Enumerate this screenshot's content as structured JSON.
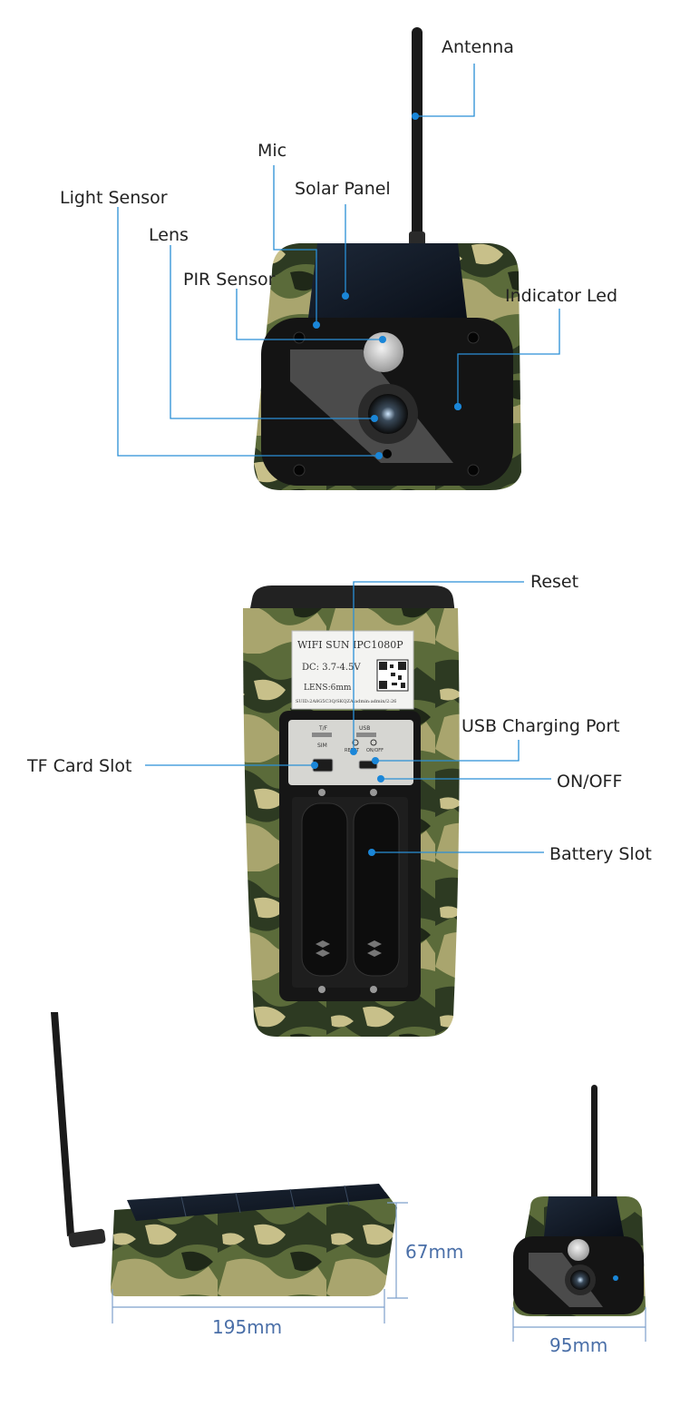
{
  "colors": {
    "callout_line": "#2a8fd6",
    "callout_dot": "#1a86d8",
    "dimension": "#4a6fa8",
    "camo_dark": "#2d3a22",
    "camo_mid": "#5b6b3a",
    "camo_light": "#a9a56e",
    "camo_tan": "#c8c08a",
    "body_black": "#141414"
  },
  "callouts_front": {
    "antenna": "Antenna",
    "mic": "Mic",
    "solar_panel": "Solar Panel",
    "light_sensor": "Light Sensor",
    "lens": "Lens",
    "pir_sensor": "PIR Sensor",
    "indicator_led": "Indicator Led"
  },
  "callouts_back": {
    "reset": "Reset",
    "usb_charging_port": "USB Charging Port",
    "tf_card_slot": "TF Card Slot",
    "on_off": "ON/OFF",
    "battery_slot": "Battery Slot"
  },
  "sticker": {
    "model": "WIFI SUN IPC1080P",
    "dc": "DC: 3.7-4.5V",
    "lens": "LENS:6mm",
    "fine_print": "SUID:2A8G5C3Q/SKQZA:admin:admin/2:26"
  },
  "panel_labels": {
    "tf": "T/F",
    "sim": "SIM",
    "usb": "USB",
    "reset": "RESET",
    "on_off": "ON/OFF"
  },
  "dimensions": {
    "height": "67mm",
    "length": "195mm",
    "width": "95mm"
  },
  "icons": [
    "antenna-icon",
    "camera-lens-icon",
    "pir-sensor-icon",
    "battery-icon",
    "qr-code-icon"
  ]
}
